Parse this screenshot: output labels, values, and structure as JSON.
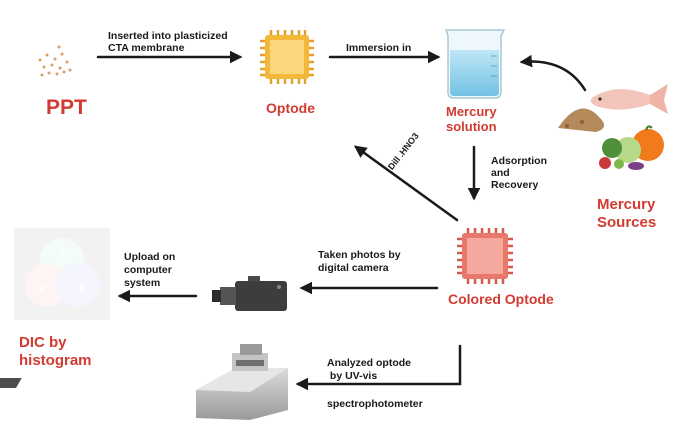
{
  "nodes": {
    "ppt": "PPT",
    "optode": "Optode",
    "mercury_solution_line1": "Mercury",
    "mercury_solution_line2": "solution",
    "mercury_sources_line1": "Mercury",
    "mercury_sources_line2": "Sources",
    "colored_optode": "Colored Optode",
    "dic_line1": "DIC by",
    "dic_line2": "histogram"
  },
  "edges": {
    "inserted_line1": "Inserted  into plasticized",
    "inserted_line2": "CTA membrane",
    "immersion": "Immersion in",
    "adsorption_line1": "Adsorption",
    "adsorption_line2": "and",
    "adsorption_line3": "Recovery",
    "dill": "Dill .HNO3",
    "photos_line1": "Taken photos by",
    "photos_line2": "digital camera",
    "upload_line1": "Upload on",
    "upload_line2": "computer",
    "upload_line3": "system",
    "analyzed_line1": "Analyzed optode",
    "analyzed_line2": " by UV-vis",
    "analyzed_line3": "spectrophotometer"
  },
  "rgb": {
    "g": "G",
    "r": "R",
    "b": "B"
  },
  "colors": {
    "accent_red": "#d23b32",
    "optode_gold": "#f3b83a",
    "colored_optode_red": "#e9776a",
    "arrow": "#1a1a1a"
  }
}
